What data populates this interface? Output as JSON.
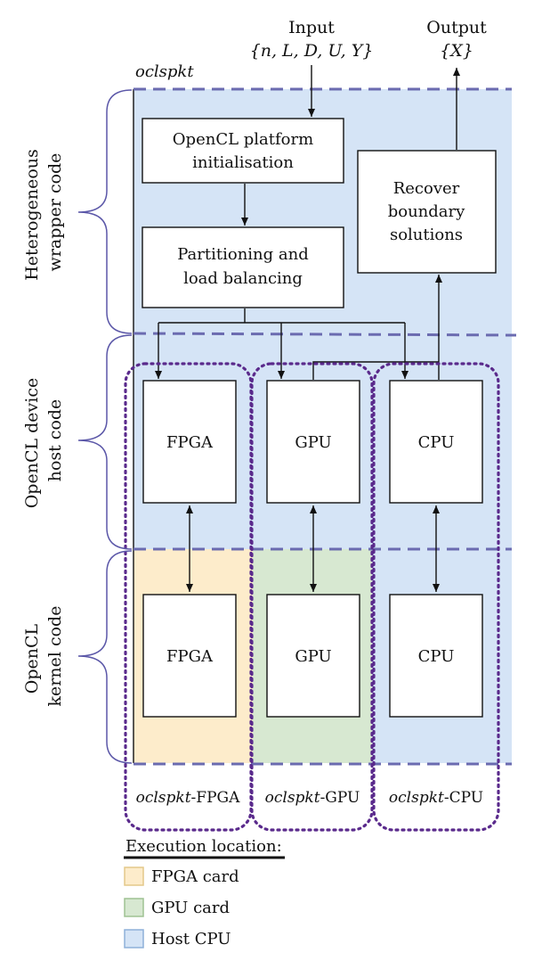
{
  "colors": {
    "fpga_card": "#fdeccb",
    "gpu_card": "#d7e8d1",
    "host_cpu": "#d5e4f6",
    "dashed_line": "#6b6bb0",
    "dotted_outline": "#5a2a8c",
    "brace": "#5b57a8"
  },
  "io": {
    "input_label": "Input",
    "input_vars": "{n, L, D, U, Y}",
    "output_label": "Output",
    "output_vars": "{X}"
  },
  "wrapper_label": "oclspkt",
  "sections": {
    "wrapper": [
      "Heterogeneous",
      "wrapper code"
    ],
    "host": [
      "OpenCL device",
      "host code"
    ],
    "kernel": [
      "OpenCL",
      "kernel code"
    ]
  },
  "boxes": {
    "init": [
      "OpenCL platform",
      "initialisation"
    ],
    "partition": [
      "Partitioning and",
      "load balancing"
    ],
    "recover": [
      "Recover",
      "boundary",
      "solutions"
    ],
    "host_fpga": "FPGA",
    "host_gpu": "GPU",
    "host_cpu": "CPU",
    "kernel_fpga": "FPGA",
    "kernel_gpu": "GPU",
    "kernel_cpu": "CPU"
  },
  "variants": {
    "fpga": {
      "prefix": "oclspkt",
      "suffix": "-FPGA"
    },
    "gpu": {
      "prefix": "oclspkt",
      "suffix": "-GPU"
    },
    "cpu": {
      "prefix": "oclspkt",
      "suffix": "-CPU"
    }
  },
  "legend": {
    "title": "Execution location:",
    "items": [
      "FPGA card",
      "GPU card",
      "Host CPU"
    ]
  }
}
